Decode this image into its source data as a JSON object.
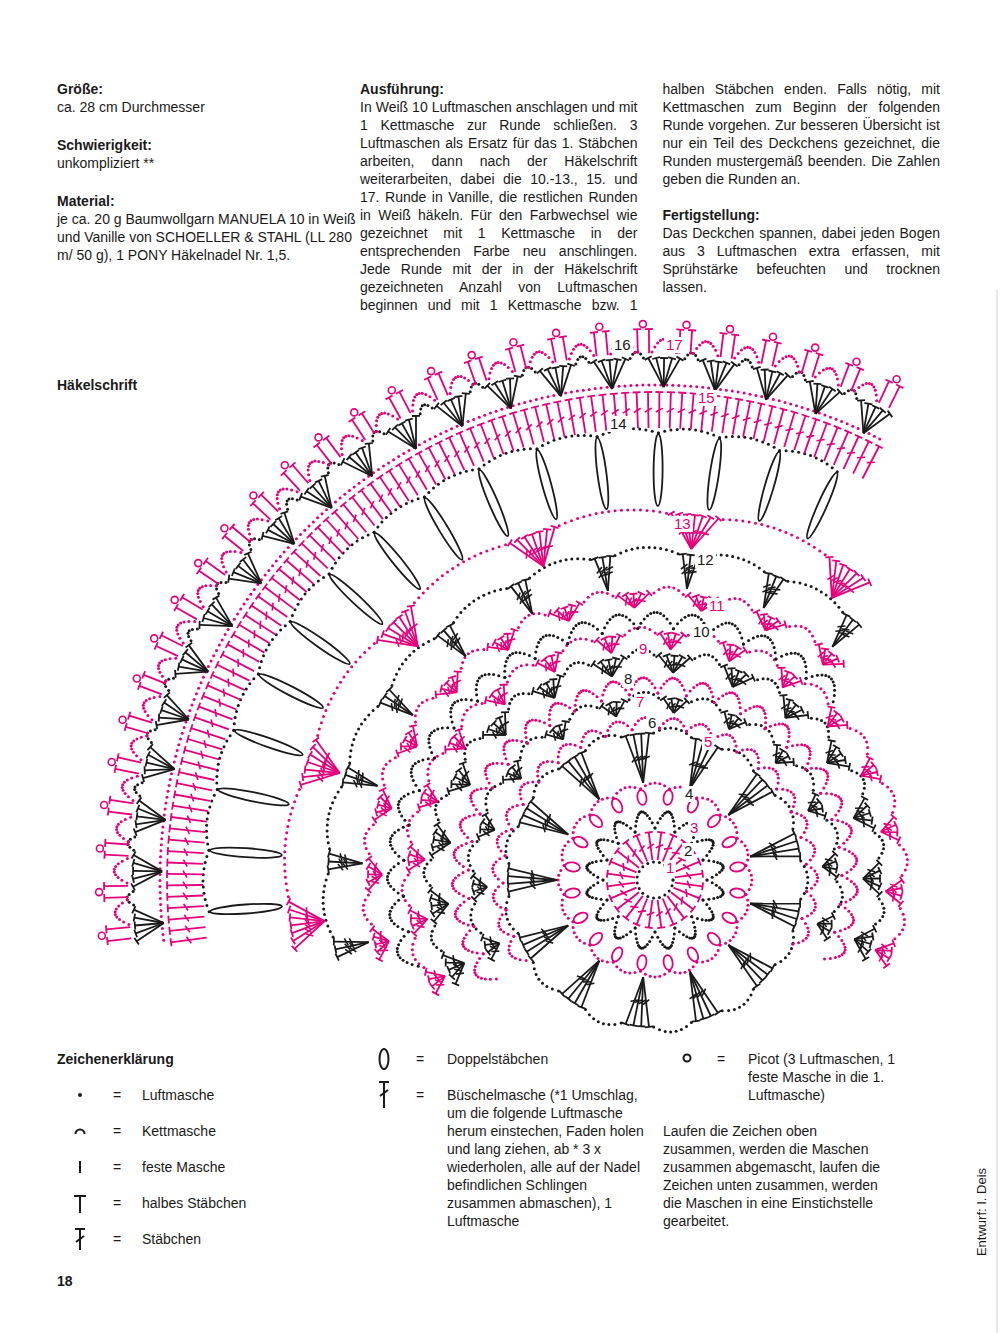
{
  "diagram": {
    "labels": [
      "Größe:",
      "ca. 28 cm Durchmesser",
      "Schwierigkeit:",
      "unkompliziert **",
      "Material:",
      "je ca. 20 g Baumwollgarn MANUELA 10 in Weiß und Vanille von SCHOELLER & STAHL (LL 280 m/ 50 g), 1 PONY Häkelnadel Nr. 1,5.",
      "Ausführung:",
      "In Weiß 10 Luftmaschen anschlagen und mit 1 Kettmasche zur Runde schließen. 3 Luftmaschen als Ersatz für das 1. Stäbchen arbeiten, dann nach der Häkelschrift weiterarbeiten, dabei die 10.-13., 15. und 17. Runde in Vanille, die restlichen Runden in Weiß häkeln. Für den Farbwechsel wie gezeichnet mit 1 Kettmasche in der entsprechenden Farbe neu anschlingen. Jede Runde mit der in der Häkelschrift gezeichneten Anzahl von Luftmaschen beginnen und mit 1 Kettmasche bzw. 1 halben Stäbchen enden. Falls nötig, mit Kettmaschen zum Beginn der folgenden Runde vorgehen. Zur besseren Übersicht ist nur ein Teil des Deckchens gezeichnet, die Runden mustergemäß beenden. Die Zahlen geben die Runden an.",
      "Fertigstellung:",
      "Das Deckchen spannen, dabei jeden Bogen aus 3 Luftmaschen extra erfassen, mit Sprühstärke befeuchten und trocknen lassen.",
      "Häkelschrift",
      "1",
      "2",
      "3",
      "4",
      "5",
      "6",
      "7",
      "8",
      "9",
      "10",
      "11",
      "12",
      "13",
      "14",
      "15",
      "16",
      "17",
      "Zeichenerklärung",
      "=",
      "=",
      "=",
      "=",
      "=",
      "=",
      "=",
      "=",
      "Laufen die Zeichen oben zusammen, werden die Maschen zusammen abgemascht, laufen die Zeichen unten zusammen, werden die Maschen in eine Einstichstelle gearbeitet.",
      "Entwurf: I. Deis",
      "18"
    ],
    "legend": [
      {
        "text": "Luftmasche"
      },
      {
        "text": "Kettmasche"
      },
      {
        "text": "feste Masche"
      },
      {
        "text": "halbes Stäbchen"
      },
      {
        "text": "Stäbchen"
      },
      {
        "text": "Doppelstäbchen"
      },
      {
        "text": "Büschelmasche (*1 Umschlag, um die folgende Luftmasche herum einstechen, Faden holen und lang ziehen, ab * 3 x wiederholen, alle auf der Nadel befindlichen Schlingen zusammen abmaschen), 1 Luftmasche"
      },
      {
        "text": "Picot (3 Luftmaschen, 1 feste Masche in die 1. Luftmasche)"
      }
    ]
  }
}
